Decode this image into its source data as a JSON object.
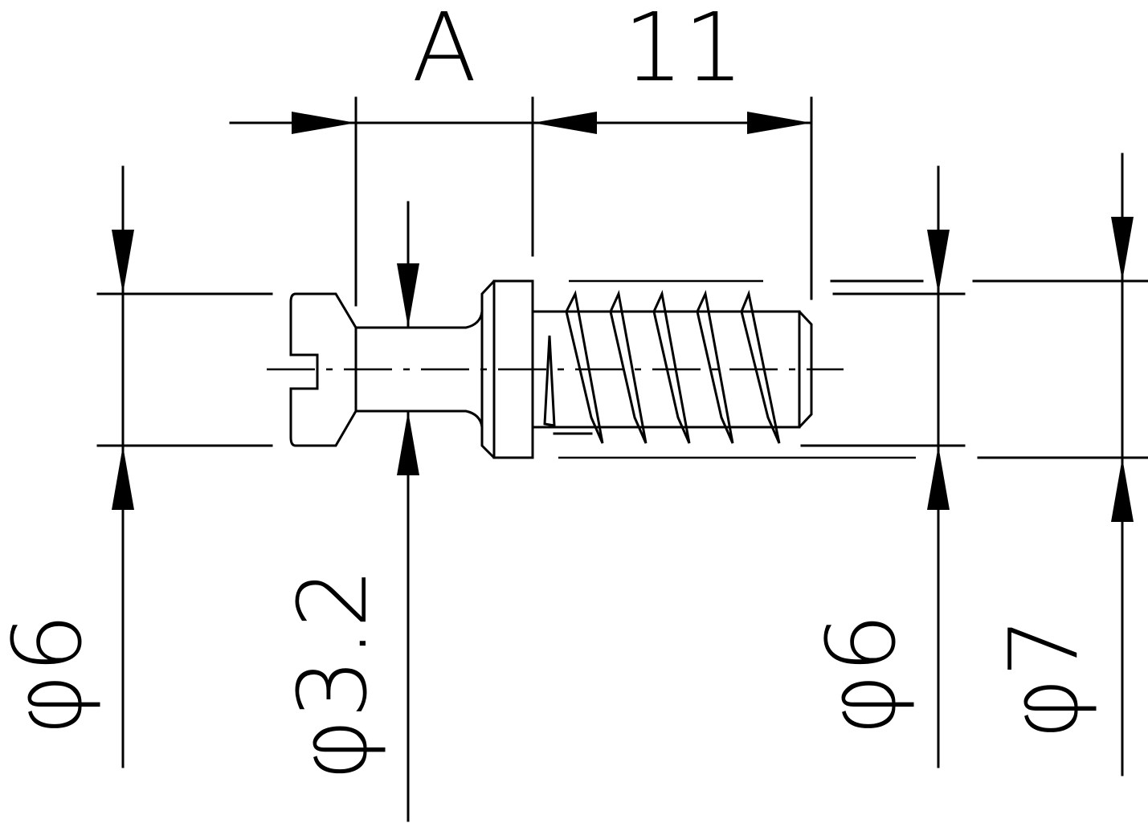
{
  "drawing": {
    "dimensions": {
      "top_left": "A",
      "top_right": "11",
      "dia_head": "φ6",
      "dia_neck": "φ3.2",
      "dia_thread": "φ6",
      "dia_collar": "φ7"
    }
  }
}
